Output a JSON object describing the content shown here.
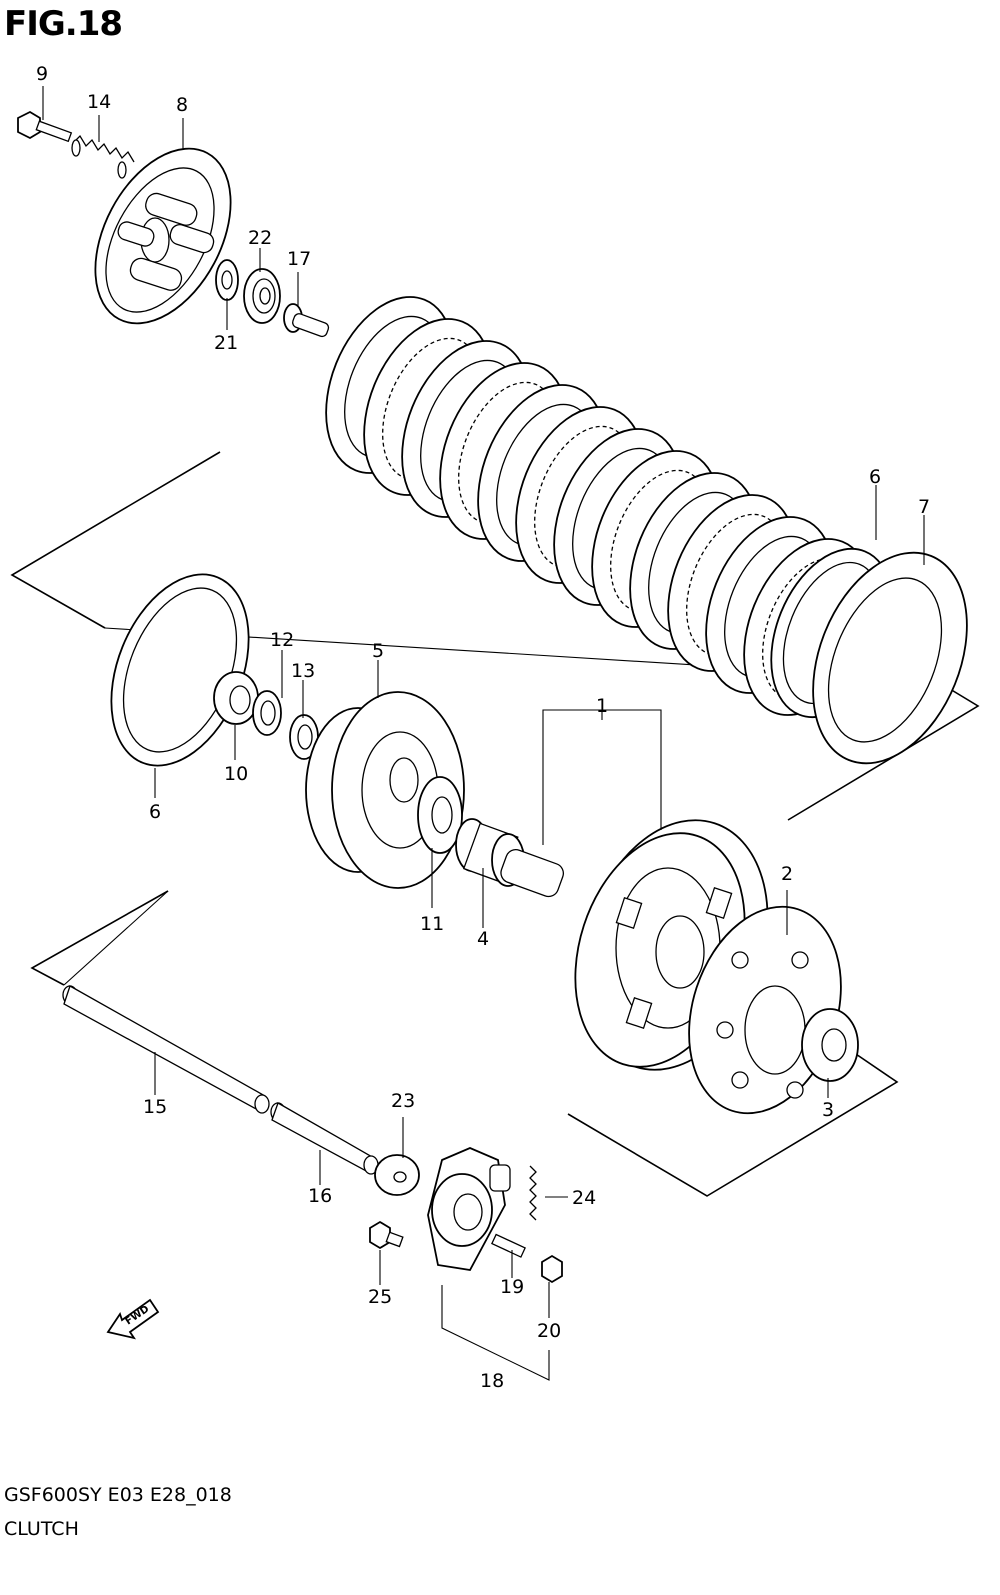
{
  "figure": {
    "title": "FIG.18"
  },
  "footer": {
    "model_code": "GSF600SY E03 E28_018",
    "section_name": "CLUTCH"
  },
  "fwd_arrow": {
    "label": "FWD"
  },
  "callouts": {
    "p1": "1",
    "p2": "2",
    "p3": "3",
    "p4": "4",
    "p5": "5",
    "p6a": "6",
    "p6b": "6",
    "p7": "7",
    "p8": "8",
    "p9": "9",
    "p10": "10",
    "p11": "11",
    "p12": "12",
    "p13": "13",
    "p14": "14",
    "p15": "15",
    "p16": "16",
    "p17": "17",
    "p18": "18",
    "p19": "19",
    "p20": "20",
    "p21": "21",
    "p22": "22",
    "p23": "23",
    "p24": "24",
    "p25": "25"
  }
}
